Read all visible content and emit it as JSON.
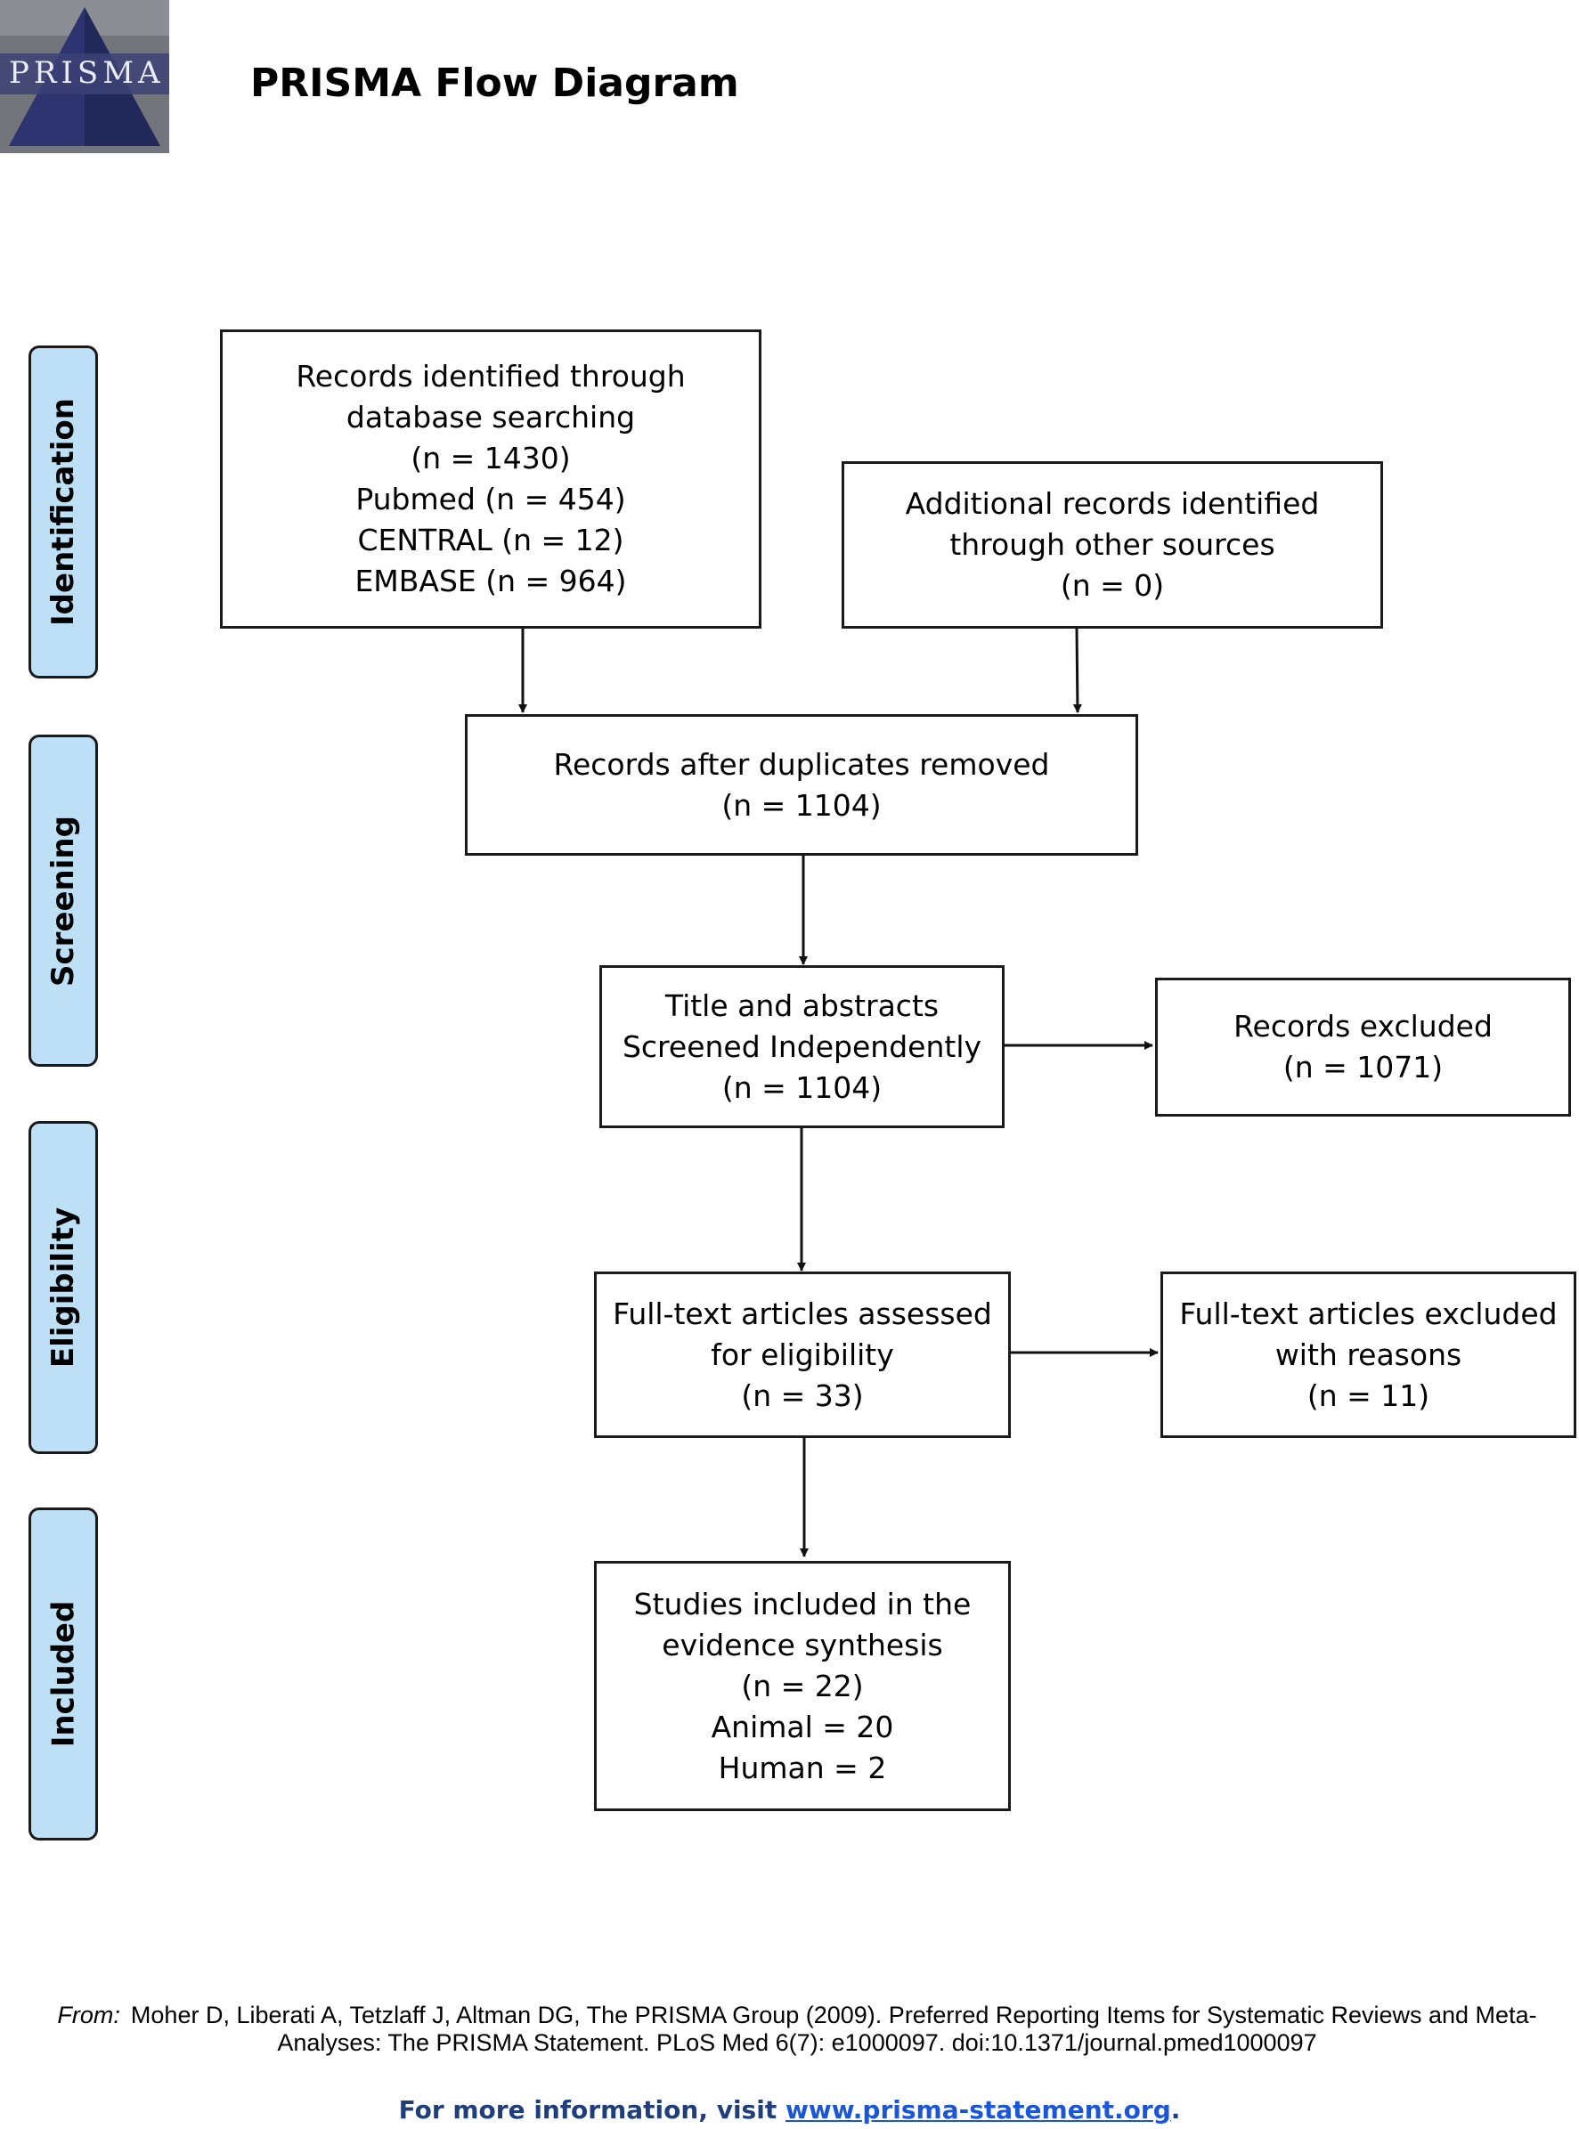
{
  "header": {
    "logo_text": "PRISMA",
    "title": "PRISMA Flow Diagram"
  },
  "stages": {
    "identification": "Identification",
    "screening": "Screening",
    "eligibility": "Eligibility",
    "included": "Included"
  },
  "boxes": {
    "database_search": [
      "Records identified through",
      "database searching",
      "(n = 1430)",
      "Pubmed (n = 454)",
      "CENTRAL (n = 12)",
      "EMBASE (n = 964)"
    ],
    "other_sources": [
      "Additional records identified",
      "through other sources",
      "(n = 0)"
    ],
    "duplicates_removed": [
      "Records after duplicates removed",
      "(n = 1104)"
    ],
    "title_abstract": [
      "Title and abstracts",
      "Screened Independently",
      "(n = 1104)"
    ],
    "records_excluded": [
      "Records excluded",
      "(n = 1071)"
    ],
    "fulltext_assessed": [
      "Full-text articles assessed",
      "for eligibility",
      "(n = 33)"
    ],
    "fulltext_excluded": [
      "Full-text articles excluded",
      "with reasons",
      "(n = 11)"
    ],
    "studies_included": [
      "Studies included in the",
      "evidence synthesis",
      "(n = 22)",
      "Animal = 20",
      "Human = 2"
    ]
  },
  "footer": {
    "from_label": "From:",
    "citation_line1": "Moher D, Liberati A, Tetzlaff J, Altman DG, The PRISMA Group (2009). Preferred Reporting Items for Systematic Reviews and Meta-",
    "citation_line2": "Analyses: The PRISMA Statement. PLoS Med 6(7): e1000097. doi:10.1371/journal.pmed1000097",
    "more_info_prefix": "For more information, visit ",
    "more_info_link": "www.prisma-statement.org",
    "more_info_suffix": "."
  },
  "colors": {
    "stage_fill": "#bde0f6",
    "border": "#1a1a1a",
    "link": "#1a56d6"
  }
}
